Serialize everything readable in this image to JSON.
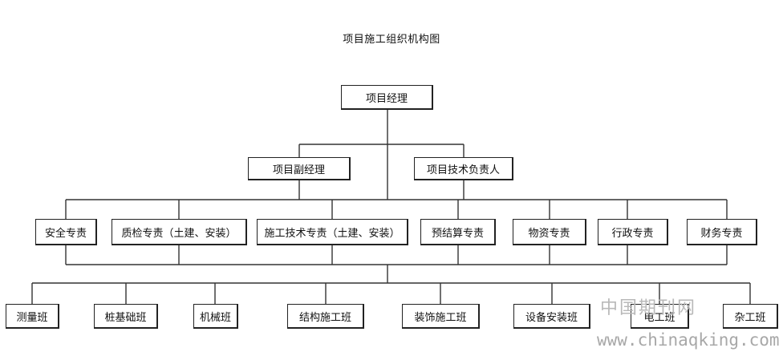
{
  "title": "项目施工组织机构图",
  "level1": {
    "manager": "项目经理"
  },
  "level2": {
    "deputy": "项目副经理",
    "tech_lead": "项目技术负责人"
  },
  "level3": [
    "安全专责",
    "质检专责（土建、安装）",
    "施工技术专责（土建、安装）",
    "预结算专责",
    "物资专责",
    "行政专责",
    "财务专责"
  ],
  "level4": [
    "测量班",
    "桩基础班",
    "机械班",
    "结构施工班",
    "装饰施工班",
    "设备安装班",
    "电工班",
    "杂工班"
  ],
  "watermark": {
    "cn": "中国期刊网",
    "url": "www.chinaqking.com"
  }
}
